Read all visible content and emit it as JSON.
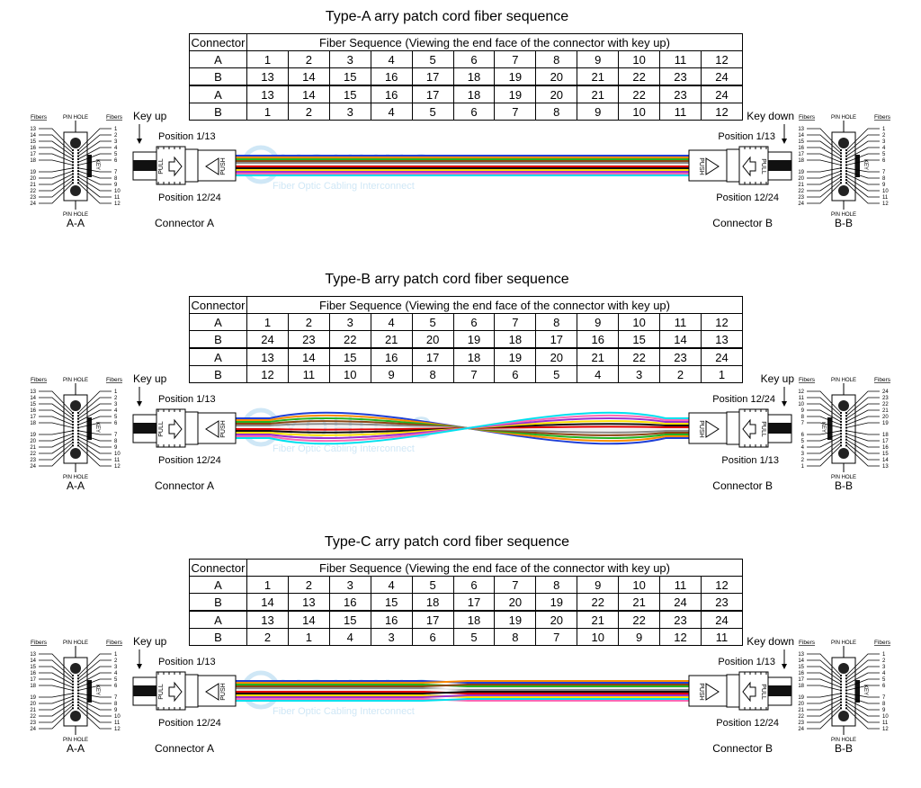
{
  "fiber_colors": [
    "#1f3fd6",
    "#ff8c00",
    "#22b322",
    "#8b4513",
    "#8a8a8a",
    "#eeeeee",
    "#e00000",
    "#111111",
    "#ffe000",
    "#9b30d0",
    "#ff69b4",
    "#00e0ee"
  ],
  "watermark": {
    "brand": "YOHUNG",
    "tagline": "Fiber Optic Cabling Interconnect",
    "color": "#a9d4ef"
  },
  "sections": [
    {
      "title": "Type-A arry patch cord fiber sequence",
      "fiber_pattern": "straight",
      "table": {
        "header_label": "Connector",
        "header_desc": "Fiber Sequence (Viewing the end face of the connector with key up)",
        "rows": [
          {
            "label": "A",
            "values": [
              "1",
              "2",
              "3",
              "4",
              "5",
              "6",
              "7",
              "8",
              "9",
              "10",
              "11",
              "12"
            ]
          },
          {
            "label": "B",
            "values": [
              "13",
              "14",
              "15",
              "16",
              "17",
              "18",
              "19",
              "20",
              "21",
              "22",
              "23",
              "24"
            ]
          },
          {
            "label": "A",
            "values": [
              "13",
              "14",
              "15",
              "16",
              "17",
              "18",
              "19",
              "20",
              "21",
              "22",
              "23",
              "24"
            ]
          },
          {
            "label": "B",
            "values": [
              "1",
              "2",
              "3",
              "4",
              "5",
              "6",
              "7",
              "8",
              "9",
              "10",
              "11",
              "12"
            ]
          }
        ]
      },
      "left": {
        "key_label": "Key up",
        "pos_top": "Position 1/13",
        "pos_bottom": "Position 12/24",
        "connector": "Connector A",
        "pull": "PULL",
        "push": "PUSH",
        "face": {
          "title": "A-A",
          "pin_top": "PIN HOLE",
          "pin_bottom": "PIN HOLE",
          "fibers_left": "Fibers",
          "fibers_right": "Fibers",
          "key_text": "KEY",
          "key_side": "right",
          "left_numbers": [
            "13",
            "14",
            "15",
            "16",
            "17",
            "18",
            "19",
            "20",
            "21",
            "22",
            "23",
            "24"
          ],
          "right_numbers": [
            "1",
            "2",
            "3",
            "4",
            "5",
            "6",
            "7",
            "8",
            "9",
            "10",
            "11",
            "12"
          ]
        }
      },
      "right": {
        "key_label": "Key down",
        "pos_top": "Position 1/13",
        "pos_bottom": "Position 12/24",
        "connector": "Connector B",
        "pull": "PULL",
        "push": "PUSH",
        "face": {
          "title": "B-B",
          "pin_top": "PIN HOLE",
          "pin_bottom": "PIN HOLE",
          "fibers_left": "Fibers",
          "fibers_right": "Fibers",
          "key_text": "KEY",
          "key_side": "right",
          "left_numbers": [
            "13",
            "14",
            "15",
            "16",
            "17",
            "18",
            "19",
            "20",
            "21",
            "22",
            "23",
            "24"
          ],
          "right_numbers": [
            "1",
            "2",
            "3",
            "4",
            "5",
            "6",
            "7",
            "8",
            "9",
            "10",
            "11",
            "12"
          ]
        }
      }
    },
    {
      "title": "Type-B arry patch cord fiber sequence",
      "fiber_pattern": "reversed",
      "table": {
        "header_label": "Connector",
        "header_desc": "Fiber Sequence (Viewing the end face of the connector with key up)",
        "rows": [
          {
            "label": "A",
            "values": [
              "1",
              "2",
              "3",
              "4",
              "5",
              "6",
              "7",
              "8",
              "9",
              "10",
              "11",
              "12"
            ]
          },
          {
            "label": "B",
            "values": [
              "24",
              "23",
              "22",
              "21",
              "20",
              "19",
              "18",
              "17",
              "16",
              "15",
              "14",
              "13"
            ]
          },
          {
            "label": "A",
            "values": [
              "13",
              "14",
              "15",
              "16",
              "17",
              "18",
              "19",
              "20",
              "21",
              "22",
              "23",
              "24"
            ]
          },
          {
            "label": "B",
            "values": [
              "12",
              "11",
              "10",
              "9",
              "8",
              "7",
              "6",
              "5",
              "4",
              "3",
              "2",
              "1"
            ]
          }
        ]
      },
      "left": {
        "key_label": "Key up",
        "pos_top": "Position 1/13",
        "pos_bottom": "Position 12/24",
        "connector": "Connector A",
        "pull": "PULL",
        "push": "PUSH",
        "face": {
          "title": "A-A",
          "pin_top": "PIN HOLE",
          "pin_bottom": "PIN HOLE",
          "fibers_left": "Fibers",
          "fibers_right": "Fibers",
          "key_text": "KEY",
          "key_side": "right",
          "left_numbers": [
            "13",
            "14",
            "15",
            "16",
            "17",
            "18",
            "19",
            "20",
            "21",
            "22",
            "23",
            "24"
          ],
          "right_numbers": [
            "1",
            "2",
            "3",
            "4",
            "5",
            "6",
            "7",
            "8",
            "9",
            "10",
            "11",
            "12"
          ]
        }
      },
      "right": {
        "key_label": "Key up",
        "pos_top": "Position 12/24",
        "pos_bottom": "Position 1/13",
        "connector": "Connector B",
        "pull": "PULL",
        "push": "PUSH",
        "face": {
          "title": "B-B",
          "pin_top": "PIN HOLE",
          "pin_bottom": "PIN HOLE",
          "fibers_left": "Fibers",
          "fibers_right": "Fibers",
          "key_text": "KEY",
          "key_side": "left",
          "left_numbers": [
            "12",
            "11",
            "10",
            "9",
            "8",
            "7",
            "6",
            "5",
            "4",
            "3",
            "2",
            "1"
          ],
          "right_numbers": [
            "24",
            "23",
            "22",
            "21",
            "20",
            "19",
            "18",
            "17",
            "16",
            "15",
            "14",
            "13"
          ]
        }
      }
    },
    {
      "title": "Type-C arry patch cord fiber sequence",
      "fiber_pattern": "pair-flipped",
      "table": {
        "header_label": "Connector",
        "header_desc": "Fiber Sequence (Viewing the end face of the connector with key up)",
        "rows": [
          {
            "label": "A",
            "values": [
              "1",
              "2",
              "3",
              "4",
              "5",
              "6",
              "7",
              "8",
              "9",
              "10",
              "11",
              "12"
            ]
          },
          {
            "label": "B",
            "values": [
              "14",
              "13",
              "16",
              "15",
              "18",
              "17",
              "20",
              "19",
              "22",
              "21",
              "24",
              "23"
            ]
          },
          {
            "label": "A",
            "values": [
              "13",
              "14",
              "15",
              "16",
              "17",
              "18",
              "19",
              "20",
              "21",
              "22",
              "23",
              "24"
            ]
          },
          {
            "label": "B",
            "values": [
              "2",
              "1",
              "4",
              "3",
              "6",
              "5",
              "8",
              "7",
              "10",
              "9",
              "12",
              "11"
            ]
          }
        ]
      },
      "left": {
        "key_label": "Key up",
        "pos_top": "Position 1/13",
        "pos_bottom": "Position 12/24",
        "connector": "Connector A",
        "pull": "PULL",
        "push": "PUSH",
        "face": {
          "title": "A-A",
          "pin_top": "PIN HOLE",
          "pin_bottom": "PIN HOLE",
          "fibers_left": "Fibers",
          "fibers_right": "Fibers",
          "key_text": "KEY",
          "key_side": "right",
          "left_numbers": [
            "13",
            "14",
            "15",
            "16",
            "17",
            "18",
            "19",
            "20",
            "21",
            "22",
            "23",
            "24"
          ],
          "right_numbers": [
            "1",
            "2",
            "3",
            "4",
            "5",
            "6",
            "7",
            "8",
            "9",
            "10",
            "11",
            "12"
          ]
        }
      },
      "right": {
        "key_label": "Key down",
        "pos_top": "Position 1/13",
        "pos_bottom": "Position 12/24",
        "connector": "Connector B",
        "pull": "PULL",
        "push": "PUSH",
        "face": {
          "title": "B-B",
          "pin_top": "PIN HOLE",
          "pin_bottom": "PIN HOLE",
          "fibers_left": "Fibers",
          "fibers_right": "Fibers",
          "key_text": "KEY",
          "key_side": "right",
          "left_numbers": [
            "13",
            "14",
            "15",
            "16",
            "17",
            "18",
            "19",
            "20",
            "21",
            "22",
            "23",
            "24"
          ],
          "right_numbers": [
            "1",
            "2",
            "3",
            "4",
            "5",
            "6",
            "7",
            "8",
            "9",
            "10",
            "11",
            "12"
          ]
        }
      }
    }
  ]
}
